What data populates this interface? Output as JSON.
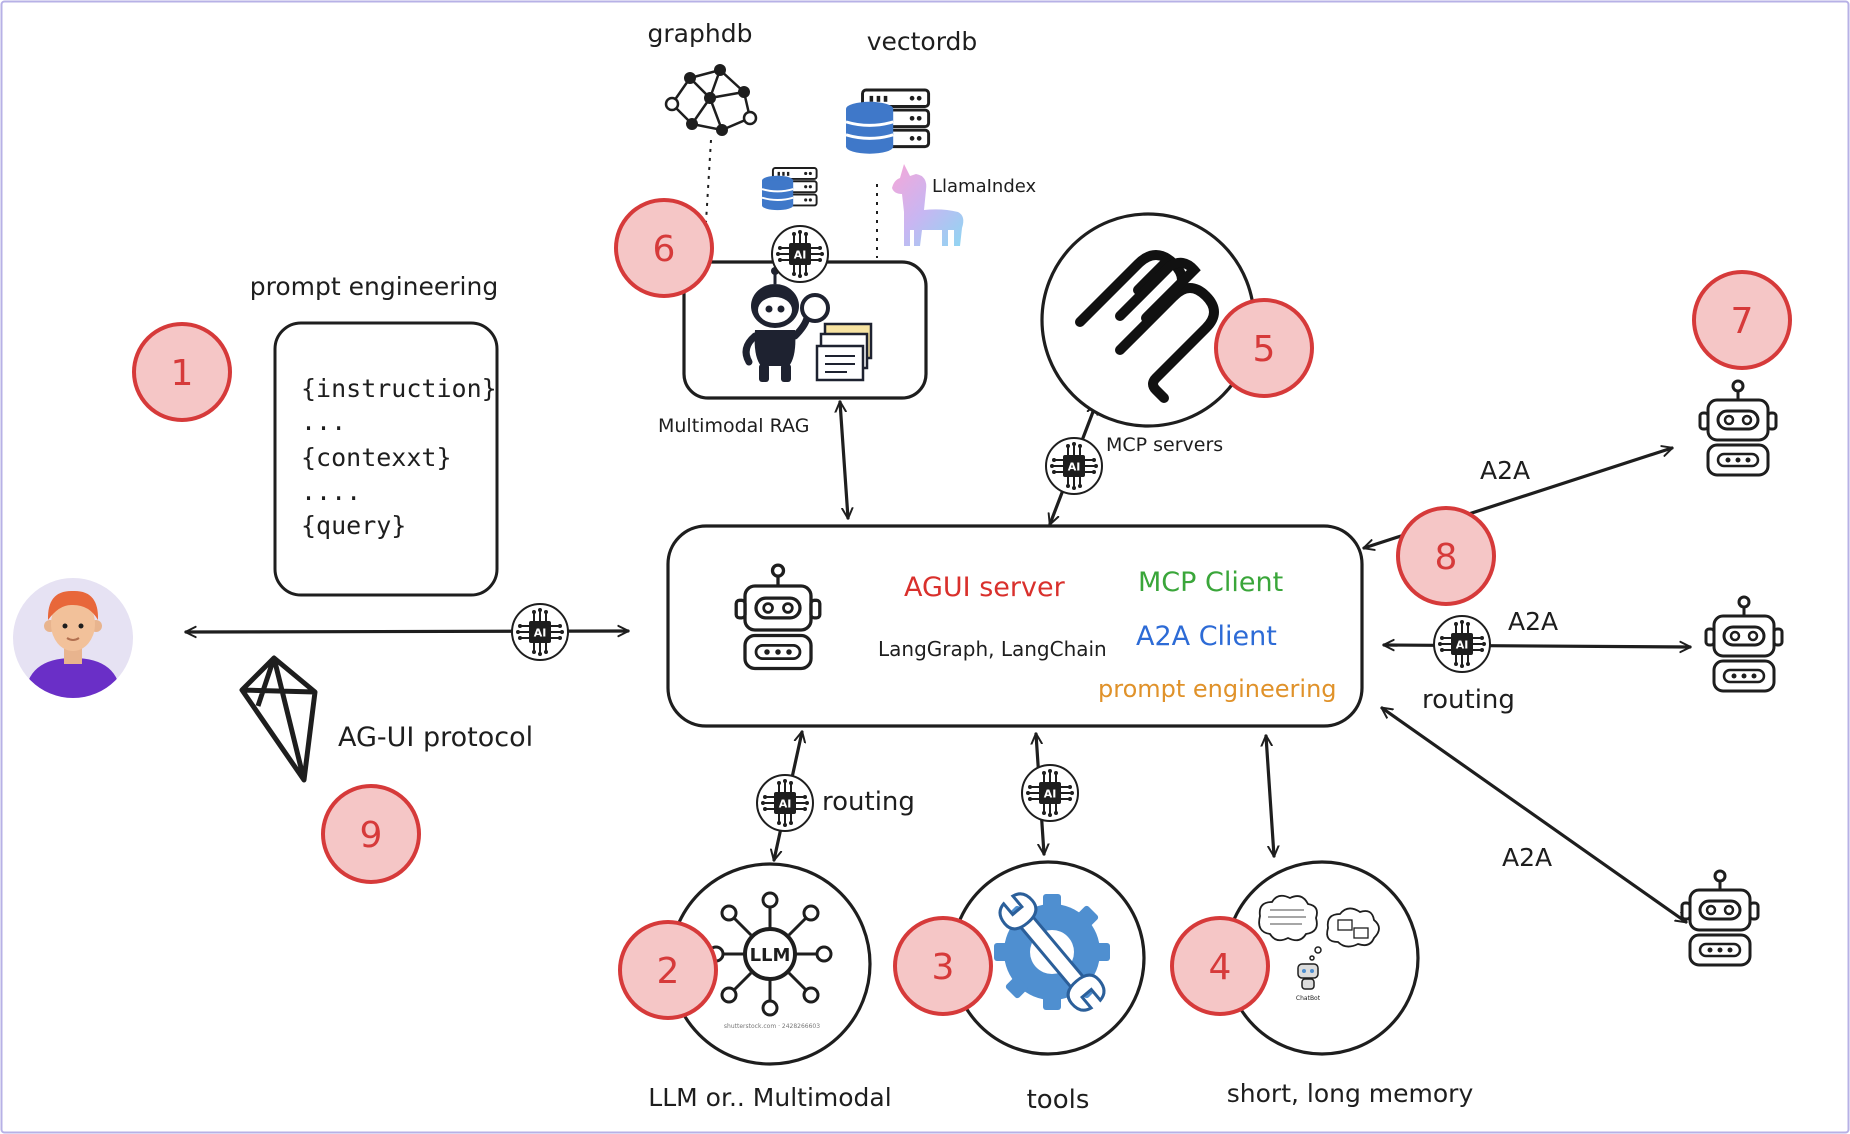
{
  "colors": {
    "ink": "#1e1e1e",
    "frame": "#b7b1e6",
    "badge_fill": "#f5c6c6",
    "badge_stroke": "#d63a3a",
    "agui": "#d9302c",
    "mcp": "#3aa63a",
    "a2a": "#2d6bd6",
    "prompt": "#e0922a",
    "db_blue": "#3f78c9",
    "avatar_bg": "#e6e2f3",
    "avatar_hair": "#e8673a",
    "avatar_shirt": "#6a2fc7"
  },
  "badges": [
    "1",
    "2",
    "3",
    "4",
    "5",
    "6",
    "7",
    "8",
    "9"
  ],
  "labels": {
    "graphdb": "graphdb",
    "vectordb": "vectordb",
    "llamaindex": "LlamaIndex",
    "multimodal_rag": "Multimodal RAG",
    "prompt_engineering_title": "prompt engineering",
    "mcp_servers": "MCP servers",
    "routing_left": "routing",
    "routing_right": "routing",
    "ag_ui_protocol": "AG-UI protocol",
    "llm_or_multimodal": "LLM or.. Multimodal",
    "tools": "tools",
    "memory": "short, long memory",
    "a2a_top": "A2A",
    "a2a_mid": "A2A",
    "a2a_bottom": "A2A"
  },
  "prompt_template": {
    "line1": "{instruction}",
    "line2": "...",
    "line3": "{contexxt}",
    "line4": "....",
    "line5": "{query}"
  },
  "agent_box": {
    "agui_server": "AGUI server",
    "mcp_client": "MCP Client",
    "a2a_client": "A2A Client",
    "frameworks": "LangGraph, LangChain",
    "prompt_engineering": "prompt engineering"
  },
  "icons": {
    "user": "user-avatar",
    "agent": "robot-icon",
    "ai_chip": "ai-chip-icon",
    "graphdb": "graph-network-icon",
    "vectordb": "database-server-icon",
    "llamaindex": "llama-icon",
    "rag": "robot-search-documents-icon",
    "mcp": "mcp-logo-icon",
    "llm": "llm-network-icon",
    "tools": "wrench-gear-icon",
    "memory": "chatbot-thought-bubbles-icon",
    "ag_ui": "ag-ui-logo-icon",
    "peer_agents": "robot-icon"
  },
  "llm_fineprint": "shutterstock.com · 2428266603",
  "memory_fineprint": "ChatBot"
}
